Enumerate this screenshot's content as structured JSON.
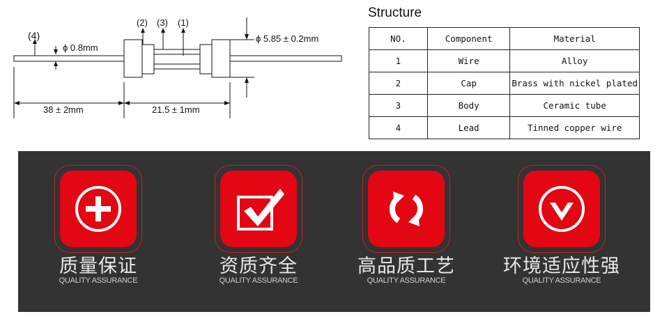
{
  "drawing": {
    "callouts": [
      "(4)",
      "(2)",
      "(3)",
      "(1)"
    ],
    "lead_diameter": "ϕ 0.8mm",
    "body_diameter": "ϕ 5.85 ± 0.2mm",
    "lead_length": "38 ± 2mm",
    "body_length": "21.5 ± 1mm"
  },
  "structure": {
    "title": "Structure",
    "columns": [
      "NO.",
      "Component",
      "Material"
    ],
    "rows": [
      [
        "1",
        "Wire",
        "Alloy"
      ],
      [
        "2",
        "Cap",
        "Brass with nickel plated"
      ],
      [
        "3",
        "Body",
        "Ceramic tube"
      ],
      [
        "4",
        "Lead",
        "Tinned copper wire"
      ]
    ]
  },
  "features": [
    {
      "icon": "plus-icon",
      "title": "质量保证",
      "subtitle": "QUALITY ASSURANCE"
    },
    {
      "icon": "checkbox-icon",
      "title": "资质齐全",
      "subtitle": "QUALITY ASSURANCE"
    },
    {
      "icon": "refresh-icon",
      "title": "高品质工艺",
      "subtitle": "QUALITY ASSURANCE"
    },
    {
      "icon": "chevron-down-icon",
      "title": "环境适应性强",
      "subtitle": "QUALITY ASSURANCE"
    }
  ],
  "colors": {
    "band": "#333333",
    "badge": "#e30613",
    "ring": "#c0262d"
  }
}
